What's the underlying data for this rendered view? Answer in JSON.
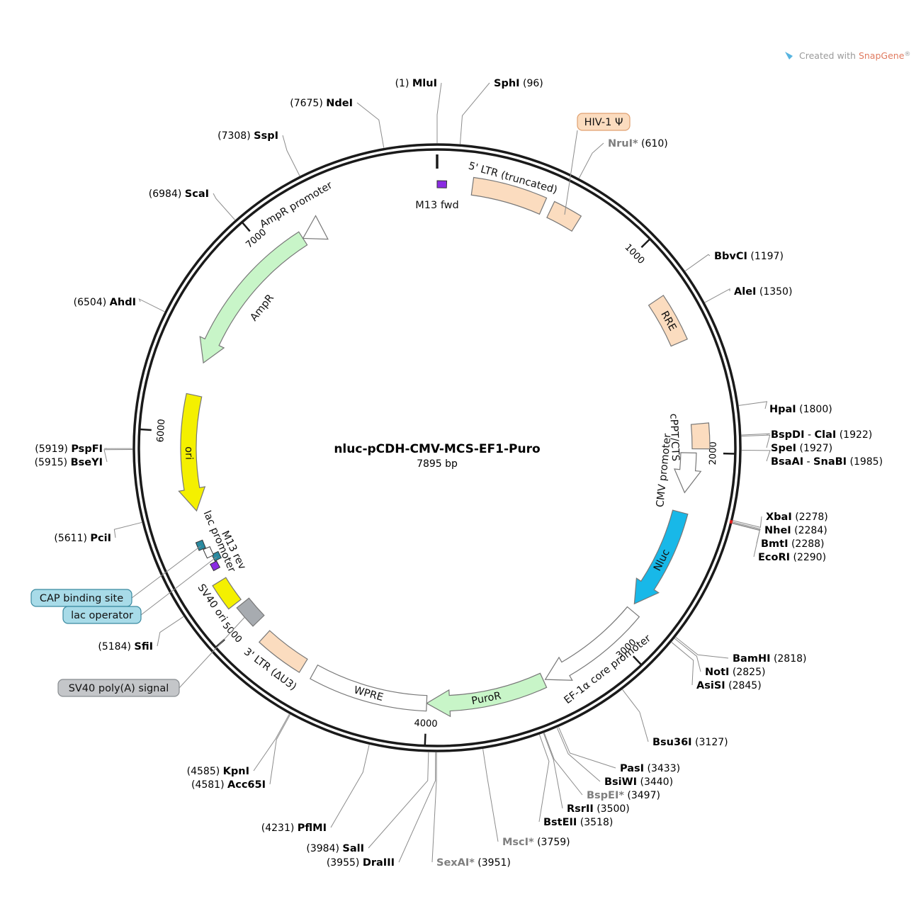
{
  "plasmid": {
    "name": "nluc-pCDH-CMV-MCS-EF1-Puro",
    "length_label": "7895 bp",
    "total_bp": 7895
  },
  "brand": {
    "prefix": "Created with ",
    "accent": "SnapGene",
    "suffix": "®",
    "accent_color": "#e07a5f"
  },
  "ticks": [
    {
      "bp": 1000,
      "label": "1000"
    },
    {
      "bp": 2000,
      "label": "2000"
    },
    {
      "bp": 3000,
      "label": "3000"
    },
    {
      "bp": 4000,
      "label": "4000"
    },
    {
      "bp": 5000,
      "label": "5000"
    },
    {
      "bp": 6000,
      "label": "6000"
    },
    {
      "bp": 7000,
      "label": "7000"
    }
  ],
  "sites": [
    {
      "name": "MluI",
      "pos": "(1)",
      "bp": 1
    },
    {
      "name": "SphI",
      "pos": "(96)",
      "bp": 96
    },
    {
      "name": "NruI*",
      "pos": "(610)",
      "bp": 610,
      "gray": true
    },
    {
      "name": "BbvCI",
      "pos": "(1197)",
      "bp": 1197
    },
    {
      "name": "AleI",
      "pos": "(1350)",
      "bp": 1350
    },
    {
      "name": "HpaI",
      "pos": "(1800)",
      "bp": 1800
    },
    {
      "name": "BspDI",
      "name2": "ClaI",
      "pos": "(1922)",
      "bp": 1922
    },
    {
      "name": "SpeI",
      "pos": "(1927)",
      "bp": 1927
    },
    {
      "name": "BsaAI",
      "name2": "SnaBI",
      "pos": "(1985)",
      "bp": 1985
    },
    {
      "name": "XbaI",
      "pos": "(2278)",
      "bp": 2278
    },
    {
      "name": "NheI",
      "pos": "(2284)",
      "bp": 2284
    },
    {
      "name": "BmtI",
      "pos": "(2288)",
      "bp": 2288
    },
    {
      "name": "EcoRI",
      "pos": "(2290)",
      "bp": 2290
    },
    {
      "name": "BamHI",
      "pos": "(2818)",
      "bp": 2818
    },
    {
      "name": "NotI",
      "pos": "(2825)",
      "bp": 2825
    },
    {
      "name": "AsiSI",
      "pos": "(2845)",
      "bp": 2845
    },
    {
      "name": "Bsu36I",
      "pos": "(3127)",
      "bp": 3127
    },
    {
      "name": "PasI",
      "pos": "(3433)",
      "bp": 3433
    },
    {
      "name": "BsiWI",
      "pos": "(3440)",
      "bp": 3440
    },
    {
      "name": "BspEI*",
      "pos": "(3497)",
      "bp": 3497,
      "gray": true
    },
    {
      "name": "RsrII",
      "pos": "(3500)",
      "bp": 3500
    },
    {
      "name": "BstEII",
      "pos": "(3518)",
      "bp": 3518
    },
    {
      "name": "MscI*",
      "pos": "(3759)",
      "bp": 3759,
      "gray": true
    },
    {
      "name": "SexAI*",
      "pos": "(3951)",
      "bp": 3951,
      "gray": true
    },
    {
      "name": "DraIII",
      "pos": "(3955)",
      "bp": 3955
    },
    {
      "name": "SalI",
      "pos": "(3984)",
      "bp": 3984
    },
    {
      "name": "PflMI",
      "pos": "(4231)",
      "bp": 4231
    },
    {
      "name": "Acc65I",
      "pos": "(4581)",
      "bp": 4581
    },
    {
      "name": "KpnI",
      "pos": "(4585)",
      "bp": 4585
    },
    {
      "name": "SfiI",
      "pos": "(5184)",
      "bp": 5184
    },
    {
      "name": "PciI",
      "pos": "(5611)",
      "bp": 5611
    },
    {
      "name": "BseYI",
      "pos": "(5915)",
      "bp": 5915
    },
    {
      "name": "PspFI",
      "pos": "(5919)",
      "bp": 5919
    },
    {
      "name": "AhdI",
      "pos": "(6504)",
      "bp": 6504
    },
    {
      "name": "ScaI",
      "pos": "(6984)",
      "bp": 6984
    },
    {
      "name": "SspI",
      "pos": "(7308)",
      "bp": 7308
    },
    {
      "name": "NdeI",
      "pos": "(7675)",
      "bp": 7675
    }
  ],
  "features": [
    {
      "id": "m13-fwd",
      "label": "M13 fwd",
      "start": 1,
      "end": 40,
      "color": "#8a2be2",
      "type": "small"
    },
    {
      "id": "ltr5",
      "label": "5' LTR (truncated)",
      "start": 170,
      "end": 520,
      "color": "#fbdcbf",
      "type": "box"
    },
    {
      "id": "hiv-psi",
      "label": "HIV-1 Ψ",
      "start": 560,
      "end": 700,
      "color": "#fbdcbf",
      "type": "box"
    },
    {
      "id": "rre",
      "label": "RRE",
      "start": 1230,
      "end": 1460,
      "color": "#fbdcbf",
      "type": "box"
    },
    {
      "id": "cppt",
      "label": "cPPT/CTS",
      "start": 1860,
      "end": 1980,
      "color": "#fbdcbf",
      "type": "box"
    },
    {
      "id": "cmv-promoter",
      "label": "CMV promoter",
      "start": 2000,
      "end": 2200,
      "color": "#ffffff",
      "type": "arrow-cw"
    },
    {
      "id": "nluc",
      "label": "Nluc",
      "start": 2300,
      "end": 2816,
      "color": "#18b8e8",
      "type": "arrow-cw"
    },
    {
      "id": "ef1a",
      "label": "EF-1α core promoter",
      "start": 2850,
      "end": 3400,
      "color": "#ffffff",
      "type": "arrow-cw"
    },
    {
      "id": "puror",
      "label": "PuroR",
      "start": 3410,
      "end": 4000,
      "color": "#c8f5c8",
      "type": "arrow-cw"
    },
    {
      "id": "wpre",
      "label": "WPRE",
      "start": 4000,
      "end": 4580,
      "color": "#ffffff",
      "type": "box"
    },
    {
      "id": "ltr3",
      "label": "3' LTR (ΔU3)",
      "start": 4640,
      "end": 4880,
      "color": "#fbdcbf",
      "type": "box"
    },
    {
      "id": "sv40-polya",
      "label": "SV40 poly(A) signal",
      "start": 4955,
      "end": 5075,
      "color": "#a7abb0",
      "type": "box"
    },
    {
      "id": "sv40-ori",
      "label": "SV40 ori",
      "start": 5095,
      "end": 5230,
      "color": "#f4f000",
      "type": "box"
    },
    {
      "id": "m13-rev",
      "label": "M13 rev",
      "start": 5290,
      "end": 5320,
      "color": "#8a2be2",
      "type": "small"
    },
    {
      "id": "lac-operator",
      "label": "lac operator",
      "start": 5330,
      "end": 5360,
      "color": "#2a8aa0",
      "type": "small"
    },
    {
      "id": "lac-promoter",
      "label": "lac promoter",
      "start": 5360,
      "end": 5400,
      "color": "#ffffff",
      "type": "small"
    },
    {
      "id": "cap-site",
      "label": "CAP binding site",
      "start": 5410,
      "end": 5445,
      "color": "#2a8aa0",
      "type": "small"
    },
    {
      "id": "ori",
      "label": "ori",
      "start": 5600,
      "end": 6190,
      "color": "#f4f000",
      "type": "arrow-ccw"
    },
    {
      "id": "ampr",
      "label": "AmpR",
      "start": 6360,
      "end": 7180,
      "color": "#c8f5c8",
      "type": "arrow-ccw"
    },
    {
      "id": "ampr-promoter",
      "label": "AmpR promoter",
      "start": 7180,
      "end": 7290,
      "color": "#ffffff",
      "type": "arrow-ccw"
    }
  ],
  "callouts": [
    {
      "id": "hiv-psi-box",
      "label": "HIV-1 Ψ",
      "color": "#fbdcbf",
      "border": "#e0a070"
    },
    {
      "id": "cap-box",
      "label": "CAP binding site",
      "color": "#a8dbe8",
      "border": "#3a8aa0"
    },
    {
      "id": "lacop-box",
      "label": "lac operator",
      "color": "#a8dbe8",
      "border": "#3a8aa0"
    },
    {
      "id": "sv40pa-box",
      "label": "SV40 poly(A) signal",
      "color": "#c4c6c9",
      "border": "#888c90"
    }
  ]
}
